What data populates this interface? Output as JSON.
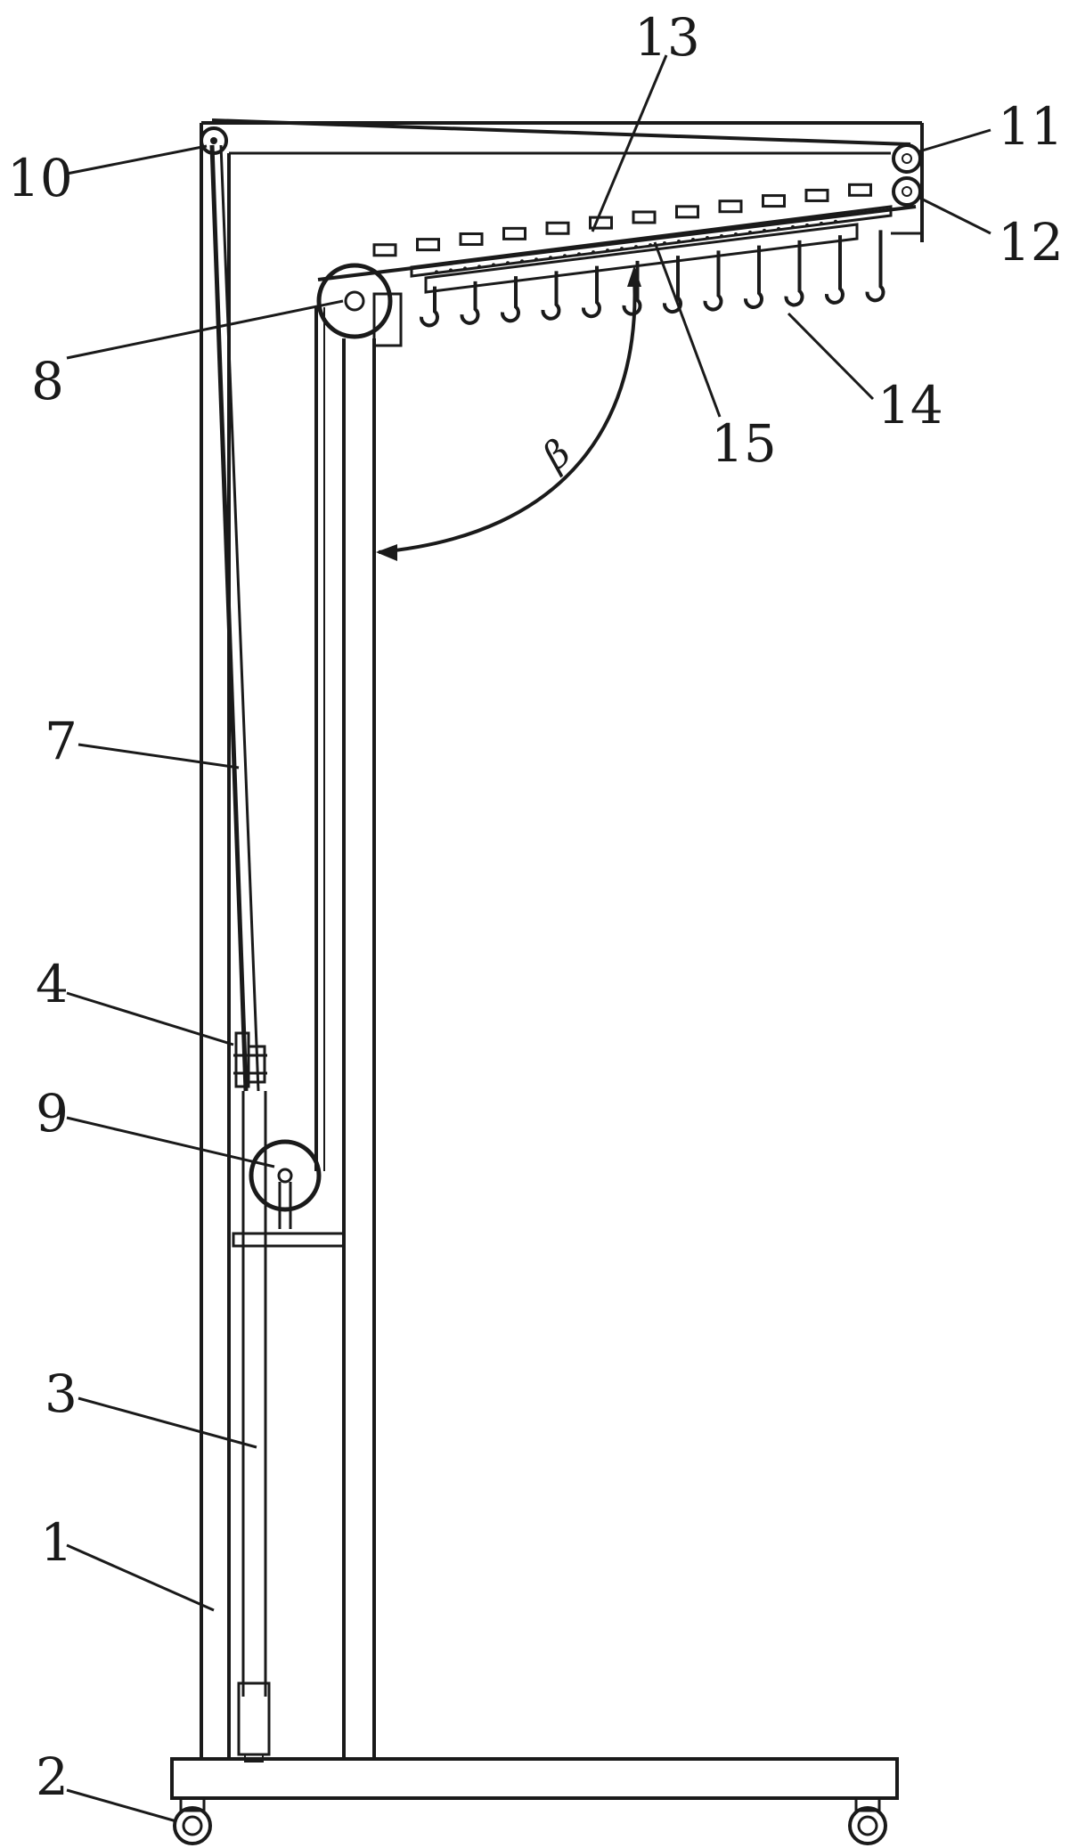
{
  "labels": {
    "l1": "1",
    "l2": "2",
    "l3": "3",
    "l4": "4",
    "l7": "7",
    "l8": "8",
    "l9": "9",
    "l10": "10",
    "l11": "11",
    "l12": "12",
    "l13": "13",
    "l14": "14",
    "l15": "15",
    "beta": "β"
  },
  "hook_count": 12,
  "clip_count": 12,
  "colors": {
    "ink": "#1a1a1a",
    "background": "#ffffff"
  }
}
